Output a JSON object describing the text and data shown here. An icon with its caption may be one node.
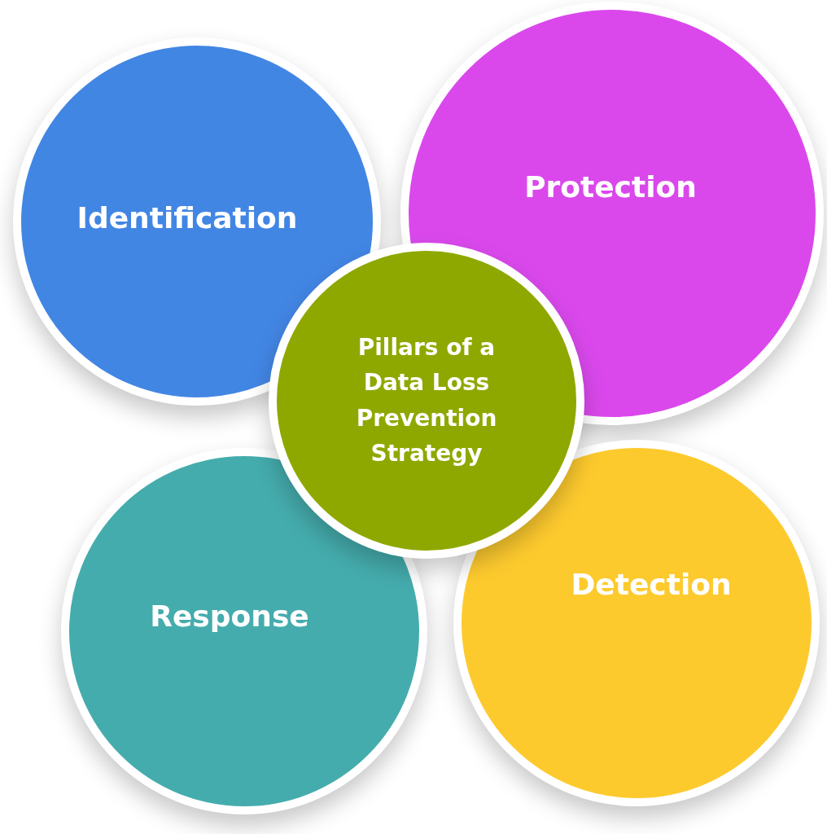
{
  "diagram": {
    "nodes": [
      {
        "text": [
          "Identification"
        ]
      },
      {
        "text": [
          "Protection"
        ]
      },
      {
        "text": [
          "Pillars of a Data Loss Prevention Strategy"
        ]
      },
      {
        "text": [
          "Response"
        ]
      },
      {
        "text": [
          "Detection"
        ]
      }
    ]
  }
}
